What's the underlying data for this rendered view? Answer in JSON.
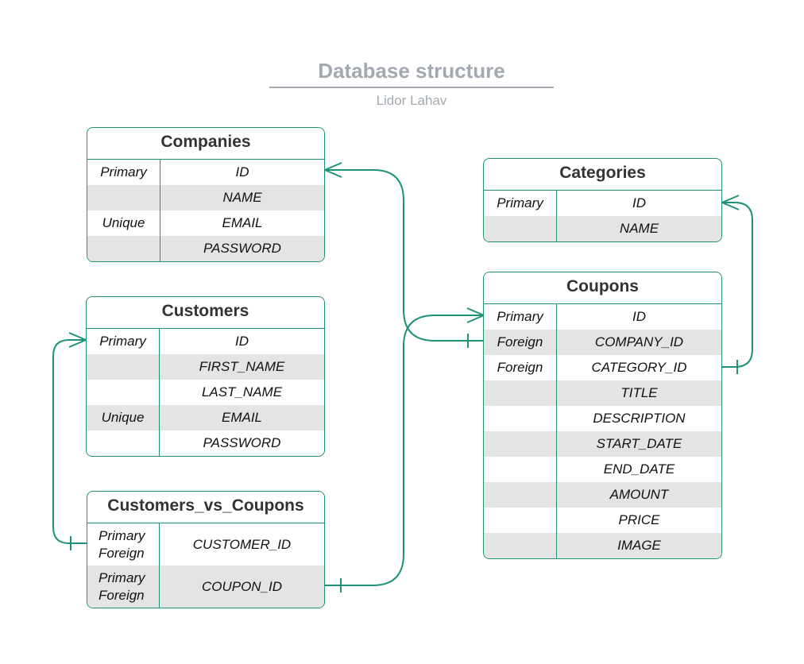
{
  "diagram": {
    "title": "Database structure",
    "subtitle": "Lidor Lahav",
    "line_color": "#1f9179",
    "row_alt_color": "#e4e4e4"
  },
  "tables": {
    "companies": {
      "name": "Companies",
      "rows": [
        {
          "key": "Primary",
          "field": "ID"
        },
        {
          "key": "",
          "field": "NAME"
        },
        {
          "key": "Unique",
          "field": "EMAIL"
        },
        {
          "key": "",
          "field": "PASSWORD"
        }
      ]
    },
    "customers": {
      "name": "Customers",
      "rows": [
        {
          "key": "Primary",
          "field": "ID"
        },
        {
          "key": "",
          "field": "FIRST_NAME"
        },
        {
          "key": "",
          "field": "LAST_NAME"
        },
        {
          "key": "Unique",
          "field": "EMAIL"
        },
        {
          "key": "",
          "field": "PASSWORD"
        }
      ]
    },
    "customers_vs_coupons": {
      "name": "Customers_vs_Coupons",
      "rows": [
        {
          "key": "Primary\nForeign",
          "field": "CUSTOMER_ID"
        },
        {
          "key": "Primary\nForeign",
          "field": "COUPON_ID"
        }
      ]
    },
    "categories": {
      "name": "Categories",
      "rows": [
        {
          "key": "Primary",
          "field": "ID"
        },
        {
          "key": "",
          "field": "NAME"
        }
      ]
    },
    "coupons": {
      "name": "Coupons",
      "rows": [
        {
          "key": "Primary",
          "field": "ID"
        },
        {
          "key": "Foreign",
          "field": "COMPANY_ID"
        },
        {
          "key": "Foreign",
          "field": "CATEGORY_ID"
        },
        {
          "key": "",
          "field": "TITLE"
        },
        {
          "key": "",
          "field": "DESCRIPTION"
        },
        {
          "key": "",
          "field": "START_DATE"
        },
        {
          "key": "",
          "field": "END_DATE"
        },
        {
          "key": "",
          "field": "AMOUNT"
        },
        {
          "key": "",
          "field": "PRICE"
        },
        {
          "key": "",
          "field": "IMAGE"
        }
      ]
    }
  }
}
